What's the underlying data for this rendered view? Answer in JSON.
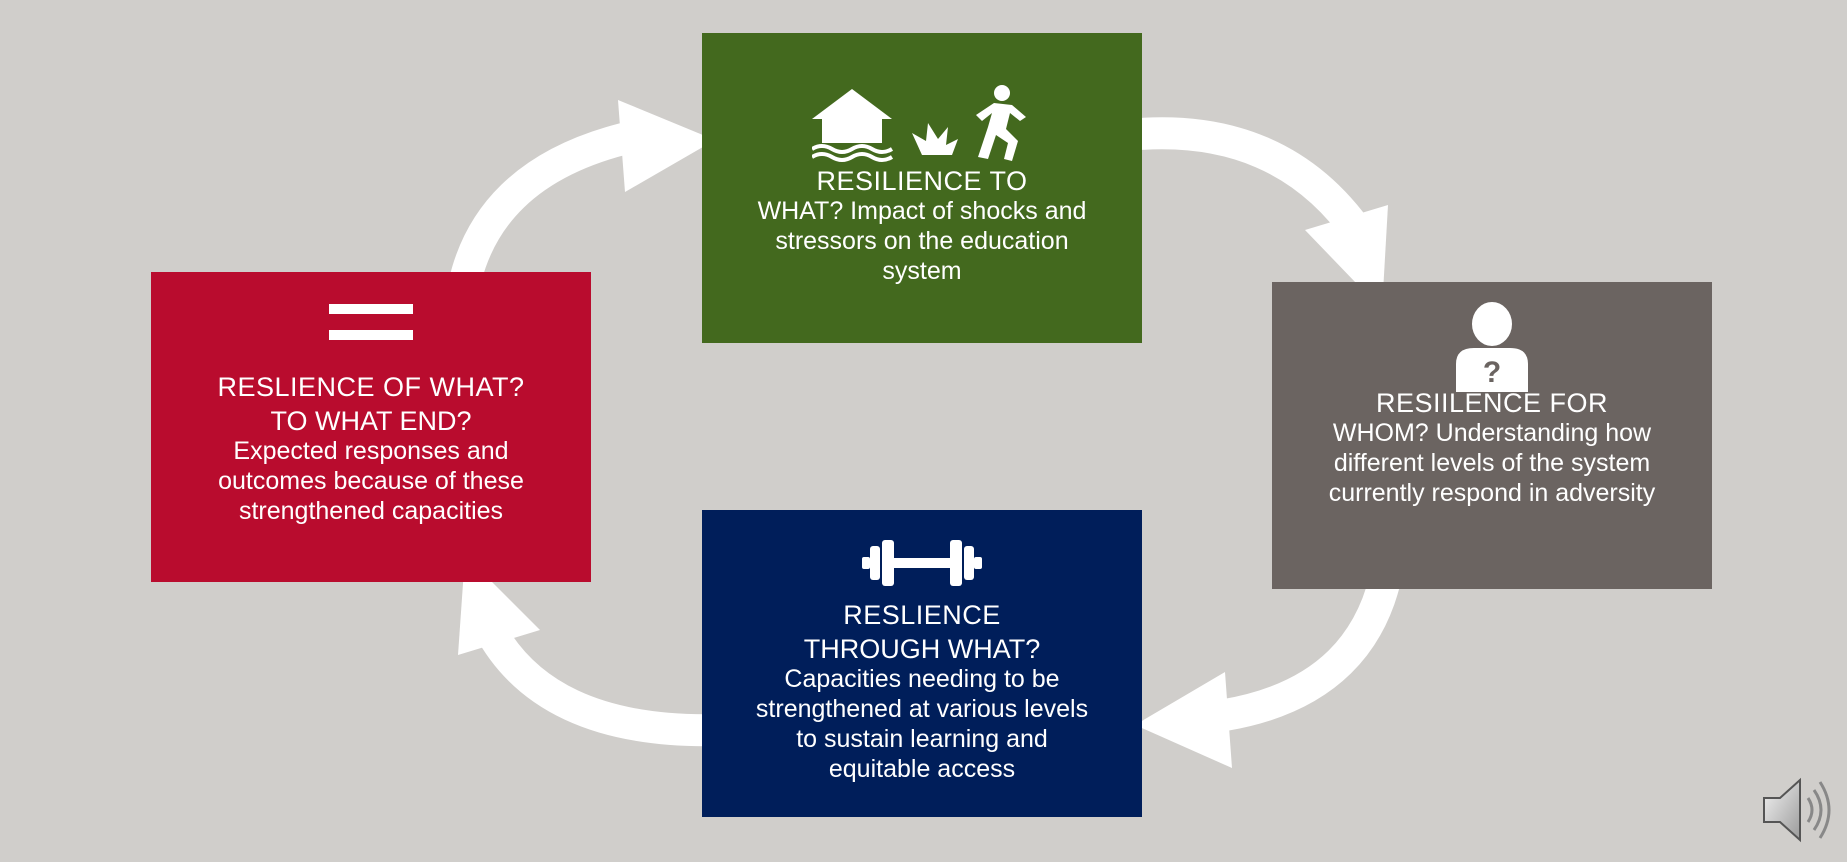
{
  "boxes": {
    "to_what": {
      "title": "RESILIENCE  TO",
      "body": "WHAT? Impact of shocks and stressors on the education system",
      "color": "#43691e",
      "icons": [
        "flooded-house-icon",
        "fire-icon",
        "running-person-icon"
      ]
    },
    "for_whom": {
      "title": "RESIILENCE  FOR",
      "body": "WHOM? Understanding how different  levels of the system currently respond in adversity",
      "color": "#6b6461",
      "icons": [
        "person-question-icon"
      ]
    },
    "through_what": {
      "title": "RESLIENCE",
      "title2": "THROUGH  WHAT?",
      "body": "Capacities needing to be strengthened at various levels to sustain learning and equitable access",
      "color": "#001e5a",
      "icons": [
        "dumbbell-icon"
      ]
    },
    "of_what": {
      "title": "RESLIENCE  OF WHAT?",
      "title2": "TO WHAT END?",
      "body": "Expected responses and outcomes because of these strengthened capacities",
      "color": "#b90c2e",
      "icons": [
        "equals-icon"
      ]
    }
  },
  "background": "#d0cecb",
  "arrow_color": "#ffffff",
  "speaker_icon": "speaker-icon"
}
